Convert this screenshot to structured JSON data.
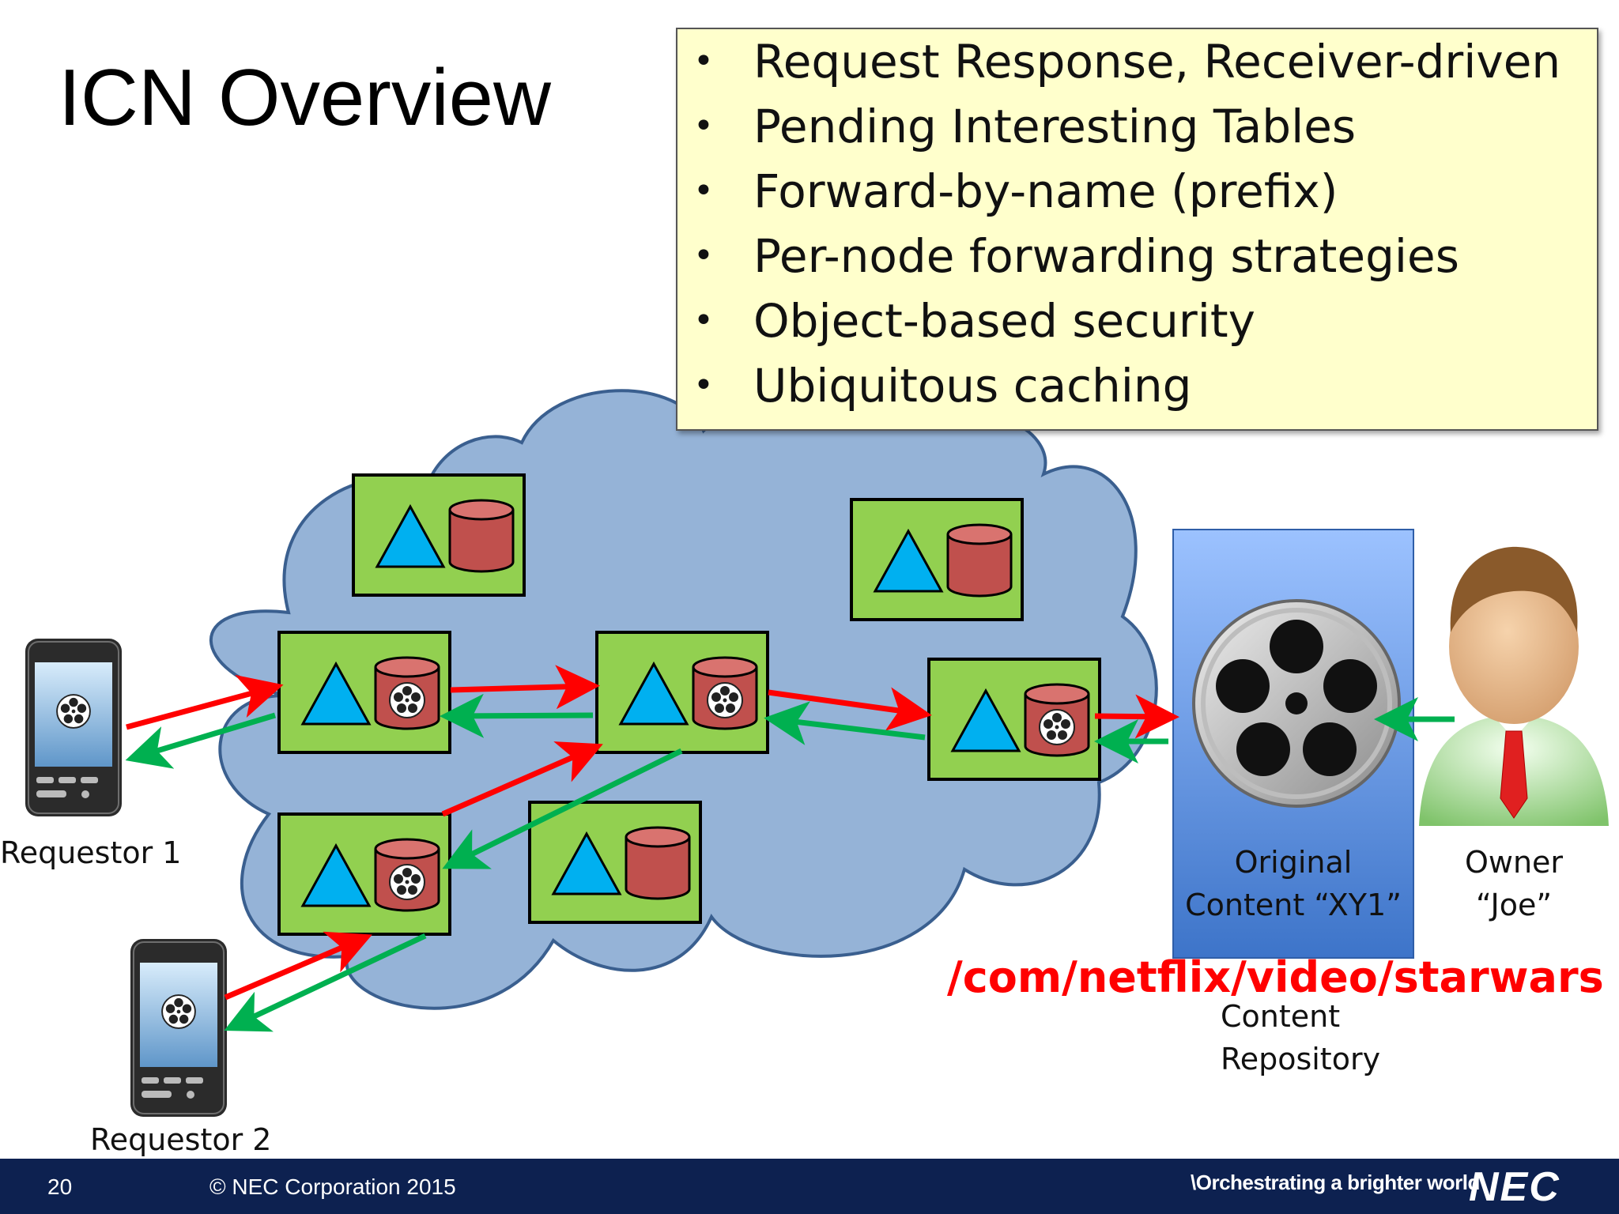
{
  "slide": {
    "title": "ICN Overview"
  },
  "features": [
    "Request Response, Receiver-driven",
    "Pending Interesting Tables",
    "Forward-by-name (prefix)",
    "Per-node forwarding strategies",
    "Object-based security",
    "Ubiquitous caching"
  ],
  "labels": {
    "requestor1": "Requestor 1",
    "requestor2": "Requestor 2",
    "original_content": [
      "Original",
      "Content “XY1”"
    ],
    "owner": [
      "Owner",
      "“Joe”"
    ],
    "content_path": "/com/netflix/video/starwars",
    "repository": [
      "Content",
      "Repository"
    ]
  },
  "footer": {
    "page_number": "20",
    "copyright": "© NEC Corporation 2015",
    "tagline": "\\Orchestrating a brighter world",
    "logo": "NEC"
  },
  "colors": {
    "cloud": "#95b3d7",
    "node": "#92d050",
    "request_arrow": "#ff0000",
    "response_arrow": "#00b050",
    "footer": "#0d2150"
  },
  "icons": {
    "node": [
      "triangle-icon",
      "cache-cylinder-icon"
    ],
    "device": "smartphone-icon",
    "content": "film-reel-icon",
    "owner": "person-icon"
  }
}
